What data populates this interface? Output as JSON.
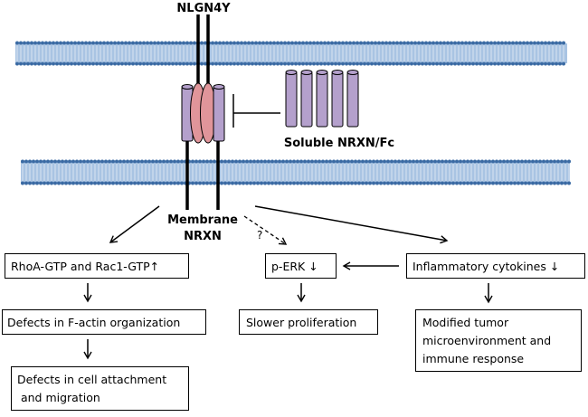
{
  "labels": {
    "nlgn4y": "NLGN4Y",
    "soluble": "Soluble NRXN/Fc",
    "membrane_line1": "Membrane",
    "membrane_line2": "NRXN",
    "question": "?"
  },
  "boxes": {
    "rho": "RhoA-GTP and Rac1-GTP↑",
    "factin": "Defects in F-actin organization",
    "attach_line1": "Defects in cell attachment",
    "attach_line2": " and migration",
    "perk": "p-ERK ↓",
    "slower": "Slower proliferation",
    "inflam": "Inflammatory cytokines ↓",
    "tumor_line1": "Modified tumor",
    "tumor_line2": "microenvironment and",
    "tumor_line3": "immune response"
  },
  "colors": {
    "membrane_head": "#3a6aa3",
    "membrane_tail": "#a9c4e3",
    "cylinder": "#b4a0cc",
    "ellipse": "#e0959a",
    "line": "#000000"
  }
}
